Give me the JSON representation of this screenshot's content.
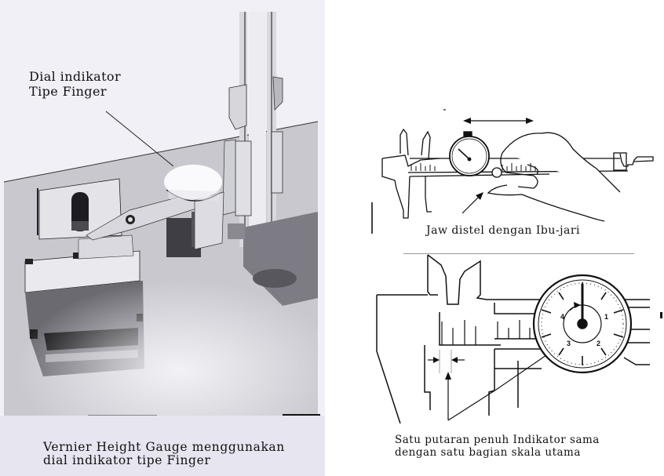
{
  "document": {
    "left_figure": {
      "callout_label_lines": [
        "Dial indikator",
        "Tipe Finger"
      ],
      "caption_lines": [
        "Vernier Height Gauge menggunakan",
        "dial indikator tipe Finger"
      ],
      "background_color": "#e7e5ef"
    },
    "right_top_figure": {
      "caption": "Jaw distel dengan Ibu-jari"
    },
    "right_bottom_figure": {
      "dial_numbers": [
        "1",
        "2",
        "3",
        "4"
      ],
      "caption_lines": [
        "Satu putaran penuh Indikator sama",
        "dengan satu bagian skala utama"
      ]
    }
  }
}
